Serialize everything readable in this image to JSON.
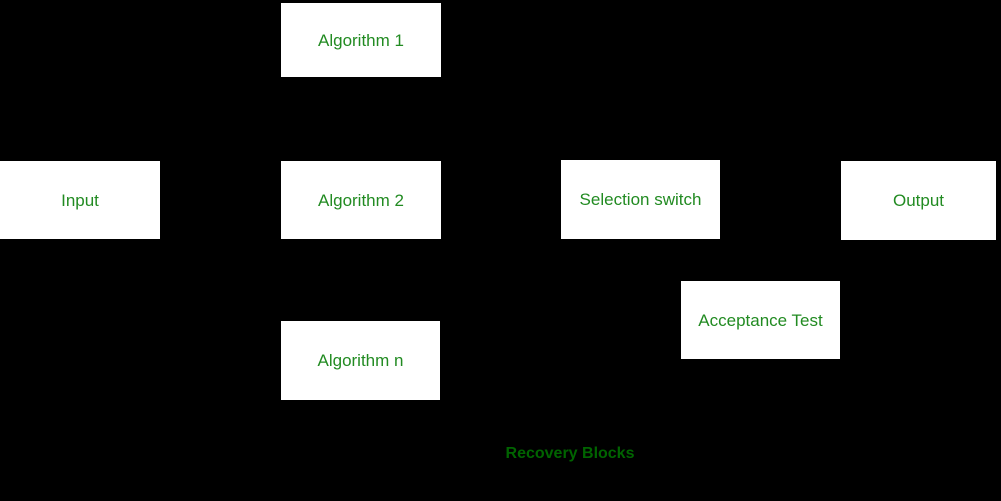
{
  "diagram": {
    "caption": "Recovery Blocks",
    "nodes": {
      "input": {
        "label": "Input"
      },
      "algorithm1": {
        "label": "Algorithm 1"
      },
      "algorithm2": {
        "label": "Algorithm 2"
      },
      "algorithmn": {
        "label": "Algorithm n"
      },
      "selection_switch": {
        "label": "Selection switch"
      },
      "output": {
        "label": "Output"
      },
      "acceptance_test": {
        "label": "Acceptance Test"
      }
    },
    "colors": {
      "background": "#000000",
      "box_fill": "#ffffff",
      "label_text": "#228B22",
      "caption_text": "#006400"
    }
  }
}
